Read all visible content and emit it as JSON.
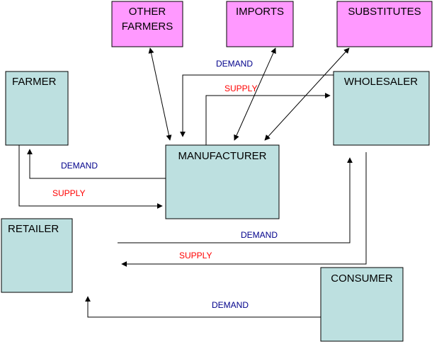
{
  "colors": {
    "entity_fill": "#bde0e0",
    "external_fill": "#ff99ff",
    "stroke": "#000000",
    "demand_text": "#00008b",
    "supply_text": "#ff0000"
  },
  "nodes": {
    "other_farmers": [
      "OTHER",
      "FARMERS"
    ],
    "imports": [
      "IMPORTS"
    ],
    "substitutes": [
      "SUBSTITUTES"
    ],
    "farmer": [
      "FARMER"
    ],
    "wholesaler": [
      "WHOLESALER"
    ],
    "manufacturer": [
      "MANUFACTURER"
    ],
    "retailer": [
      "RETAILER"
    ],
    "consumer": [
      "CONSUMER"
    ]
  },
  "edge_labels": {
    "demand_manufacturer_wholesaler": "DEMAND",
    "supply_manufacturer_wholesaler": "SUPPLY",
    "demand_manufacturer_farmer": "DEMAND",
    "supply_farmer_manufacturer": "SUPPLY",
    "demand_retailer_wholesaler": "DEMAND",
    "supply_wholesaler_retailer": "SUPPLY",
    "demand_consumer_retailer": "DEMAND"
  }
}
